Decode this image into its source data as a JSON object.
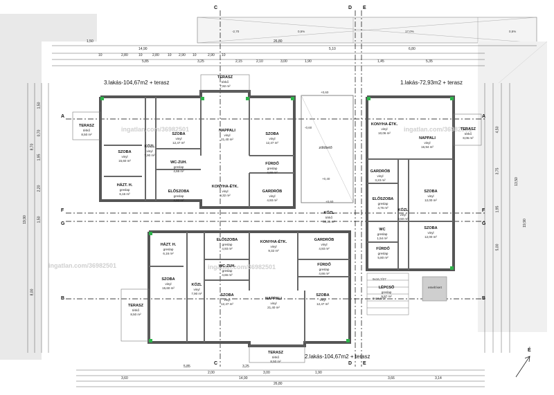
{
  "apartments": [
    {
      "id": "apt3",
      "title": "3.lakás-104,67m2 + terasz"
    },
    {
      "id": "apt1",
      "title": "1.lakás-72,93m2 + terasz"
    },
    {
      "id": "apt2",
      "title": "2.lakás-104,67m2 + terasz"
    }
  ],
  "watermark": "ingatlan.com/36982501",
  "rooms": {
    "top_terasz": {
      "name": "TERASZ",
      "floor": "térkő",
      "area": "7,92 m²"
    },
    "a3_terasz": {
      "name": "TERASZ",
      "floor": "térkő",
      "area": "8,50 m²"
    },
    "a3_szoba_big": {
      "name": "SZOBA",
      "floor": "vinyl",
      "area": "15,60 m²"
    },
    "a3_kozl": {
      "name": "KÖZL",
      "floor": "vinyl",
      "area": "7,90 m²"
    },
    "a3_szoba_mid": {
      "name": "SZOBA",
      "floor": "vinyl",
      "area": "12,47 m²"
    },
    "a3_nappali": {
      "name": "NAPPALI",
      "floor": "vinyl",
      "area": "21,40 m²"
    },
    "a3_szoba_r": {
      "name": "SZOBA",
      "floor": "vinyl",
      "area": "12,47 m²"
    },
    "a3_wc": {
      "name": "WC-ZUH.",
      "floor": "greslap",
      "area": "4,66 m²"
    },
    "a3_furdo": {
      "name": "FÜRDŐ",
      "floor": "greslap",
      "area": "4,66 m²"
    },
    "a3_hazt": {
      "name": "HÁZT. H.",
      "floor": "greslap",
      "area": "6,16 m²"
    },
    "a3_eloszoba": {
      "name": "ELŐSZOBA",
      "floor": "greslap",
      "area": "4,93 m²"
    },
    "a3_konyha": {
      "name": "KONYHA-ÉTK.",
      "floor": "vinyl",
      "area": "9,32 m²"
    },
    "a3_gardrob": {
      "name": "GARDRÓB",
      "floor": "vinyl",
      "area": "4,93 m²"
    },
    "zoldteto": {
      "name": "zöldtető"
    },
    "kozl_mid": {
      "name": "KÖZL",
      "floor": "térkő",
      "area": "30,15 m²"
    },
    "a1_konyha": {
      "name": "KONYHA-ÉTK.",
      "floor": "vinyl",
      "area": "10,06 m²"
    },
    "a1_terasz": {
      "name": "TERASZ",
      "floor": "térkő",
      "area": "8,06 m²"
    },
    "a1_nappali": {
      "name": "NAPPALI",
      "floor": "vinyl",
      "area": "16,94 m²"
    },
    "a1_gardrob": {
      "name": "GARDRÓB",
      "floor": "vinyl",
      "area": "3,23 m²"
    },
    "a1_eloszoba": {
      "name": "ELŐSZOBA",
      "floor": "greslap",
      "area": "4,76 m²"
    },
    "a1_szoba_top": {
      "name": "SZOBA",
      "floor": "vinyl",
      "area": "12,00 m²"
    },
    "a1_kozl": {
      "name": "KÖZL",
      "floor": "vinyl",
      "area": "3,50 m²"
    },
    "a1_wc": {
      "name": "WC",
      "floor": "greslap",
      "area": "1,54 m²"
    },
    "a1_furdo": {
      "name": "FÜRDŐ",
      "floor": "greslap",
      "area": "5,80 m²"
    },
    "a1_szoba_bot": {
      "name": "SZOBA",
      "floor": "vinyl",
      "area": "12,00 m²"
    },
    "lepcso": {
      "name": "LÉPCSŐ",
      "floor": "greslap",
      "area": "9,97 m²"
    },
    "emelt_kert": {
      "name": "emelt kert"
    },
    "a2_hazt": {
      "name": "HÁZT. H.",
      "floor": "greslap",
      "area": "6,16 m²"
    },
    "a2_eloszoba": {
      "name": "ELŐSZOBA",
      "floor": "greslap",
      "area": "4,93 m²"
    },
    "a2_konyha": {
      "name": "KONYHA-ÉTK.",
      "floor": "vinyl",
      "area": "9,32 m²"
    },
    "a2_gardrob": {
      "name": "GARDRÓB",
      "floor": "vinyl",
      "area": "4,93 m²"
    },
    "a2_wc": {
      "name": "WC-ZUH.",
      "floor": "greslap",
      "area": "4,66 m²"
    },
    "a2_furdo": {
      "name": "FÜRDŐ",
      "floor": "greslap",
      "area": "4,66 m²"
    },
    "a2_szoba_big": {
      "name": "SZOBA",
      "floor": "vinyl",
      "area": "15,60 m²"
    },
    "a2_kozl": {
      "name": "KÖZL",
      "floor": "vinyl",
      "area": "7,90 m²"
    },
    "a2_szoba_mid": {
      "name": "SZOBA",
      "floor": "vinyl",
      "area": "12,47 m²"
    },
    "a2_nappali": {
      "name": "NAPPALI",
      "floor": "vinyl",
      "area": "21,40 m²"
    },
    "a2_szoba_r": {
      "name": "SZOBA",
      "floor": "vinyl",
      "area": "12,47 m²"
    },
    "a2_terasz": {
      "name": "TERASZ",
      "floor": "térkő",
      "area": "8,50 m²"
    },
    "bot_terasz": {
      "name": "TERASZ",
      "floor": "térkő",
      "area": "8,50 m²"
    }
  },
  "sections": [
    "A",
    "F",
    "G",
    "B",
    "C",
    "D",
    "E"
  ],
  "dims_top": [
    "26,80",
    "14,90",
    "5,10",
    "6,80",
    "1,50",
    "10",
    "2,80",
    "10",
    "2,80",
    "10",
    "2,90",
    "10",
    "2,90",
    "10",
    "5,85",
    "3,25",
    "2,15",
    "2,10",
    "3,00",
    "1,90",
    "1,45",
    "5,35"
  ],
  "dims_bottom": [
    "26,80",
    "14,90",
    "5,85",
    "3,25",
    "3,60",
    "2,00",
    "3,00",
    "1,90",
    "3,66",
    "3,14"
  ],
  "dims_left": [
    "19,90",
    "8,70",
    "1,50",
    "0,70",
    "1,95",
    "2,20",
    "1,50",
    "8,00"
  ],
  "dims_right": [
    "13,50",
    "19,90",
    "4,50",
    "3,75",
    "1,95",
    "5,00"
  ],
  "roof": {
    "slope_a": "17,0%",
    "slope_b": "0,5%",
    "slope_c": "0,5%",
    "level_a": "-2,70"
  },
  "levels": [
    "+0,60",
    "-0,60",
    "+0,40",
    "+0,60"
  ],
  "notes": [
    "9x16,7/27",
    "9x16,9/27",
    "É"
  ]
}
